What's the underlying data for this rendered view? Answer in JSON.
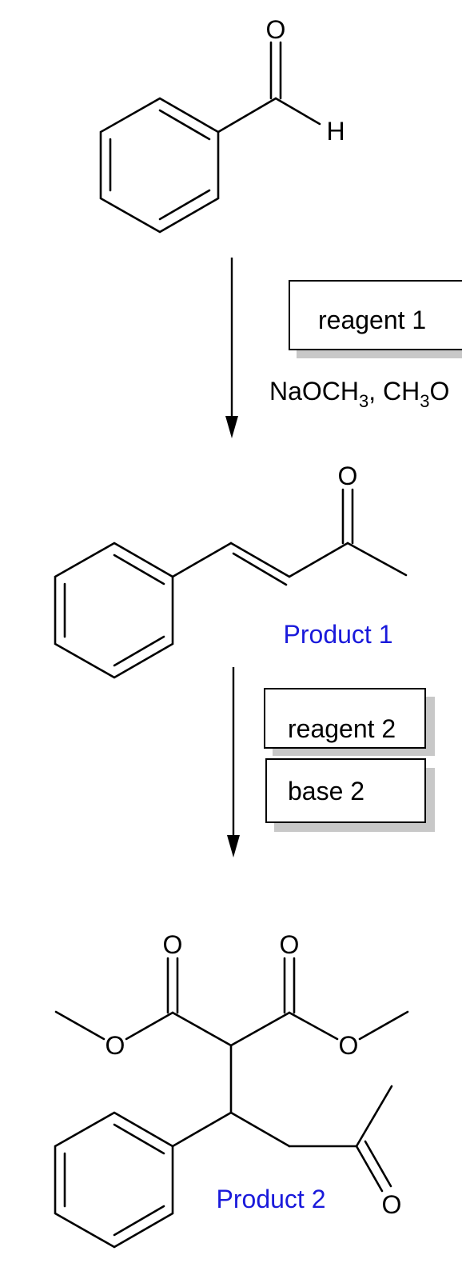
{
  "colors": {
    "ink": "#000000",
    "product_label": "#1a1adb",
    "box_shadow": "#c8c8c8"
  },
  "atoms": {
    "oxygen": "O",
    "hydrogen": "H"
  },
  "step1": {
    "reagent_box": "reagent 1",
    "conditions_main": "NaOCH",
    "conditions_sub1": "3",
    "conditions_sep": ", CH",
    "conditions_sub2": "3",
    "conditions_tail": "O"
  },
  "step2": {
    "reagent_box": "reagent 2",
    "base_box": "base 2"
  },
  "labels": {
    "product1": "Product 1",
    "product2": "Product 2"
  }
}
